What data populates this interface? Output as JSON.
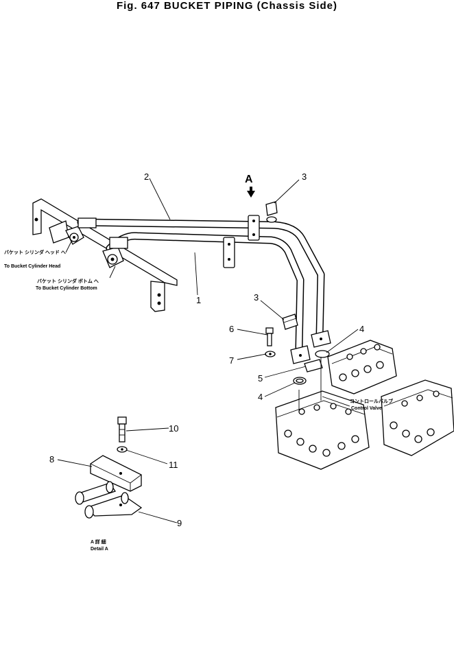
{
  "header": {
    "title": "Fig. 647   BUCKET PIPING (Chassis Side)"
  },
  "view_marker": "A",
  "callouts": {
    "c1": "1",
    "c2": "2",
    "c3a": "3",
    "c3b": "3",
    "c4a": "4",
    "c4b": "4",
    "c5": "5",
    "c6": "6",
    "c7": "7",
    "c8": "8",
    "c9": "9",
    "c10": "10",
    "c11": "11"
  },
  "notes": {
    "head_jp": "バケット シリンダ ヘッド へ",
    "head_en": "To Bucket Cylinder Head",
    "bottom_jp": "バケット シリンダ ボトム へ",
    "bottom_en": "To Bucket Cylinder Bottom",
    "valve_jp": "コントロールバルブ",
    "valve_en": "Control Valve",
    "detail_jp": "A 詳 細",
    "detail_en": "Detail A"
  }
}
